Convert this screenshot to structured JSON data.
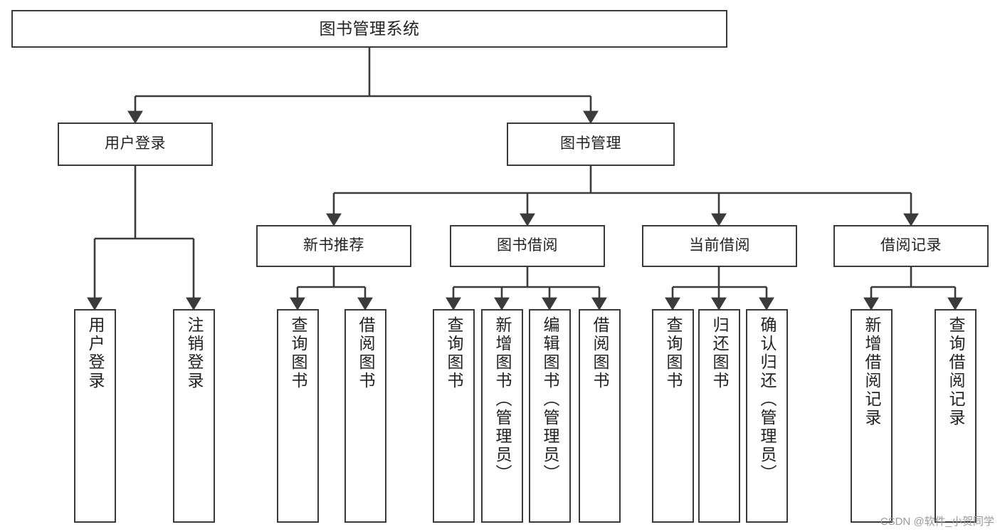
{
  "diagram": {
    "title": "图书管理系统",
    "type": "tree-hierarchy-diagram",
    "colors": {
      "stroke": "#3b3b3b",
      "fill": "#ffffff",
      "text": "#222222",
      "watermark": "#9a9a9a"
    },
    "root": {
      "label": "图书管理系统"
    },
    "level1": [
      {
        "label": "用户登录"
      },
      {
        "label": "图书管理"
      }
    ],
    "level2": [
      {
        "label": "新书推荐"
      },
      {
        "label": "图书借阅"
      },
      {
        "label": "当前借阅"
      },
      {
        "label": "借阅记录"
      }
    ],
    "leaves": {
      "user_login": [
        {
          "label": "用户登录"
        },
        {
          "label": "注销登录"
        }
      ],
      "new_book_recommend": [
        {
          "label": "查询图书"
        },
        {
          "label": "借阅图书"
        }
      ],
      "book_borrow": [
        {
          "label": "查询图书"
        },
        {
          "label": "新增图书（管理员）"
        },
        {
          "label": "编辑图书（管理员）"
        },
        {
          "label": "借阅图书"
        }
      ],
      "current_borrow": [
        {
          "label": "查询图书"
        },
        {
          "label": "归还图书"
        },
        {
          "label": "确认归还（管理员）"
        }
      ],
      "borrow_record": [
        {
          "label": "新增借阅记录"
        },
        {
          "label": "查询借阅记录"
        }
      ]
    },
    "watermark": "CSDN @软件_小贺同学"
  }
}
